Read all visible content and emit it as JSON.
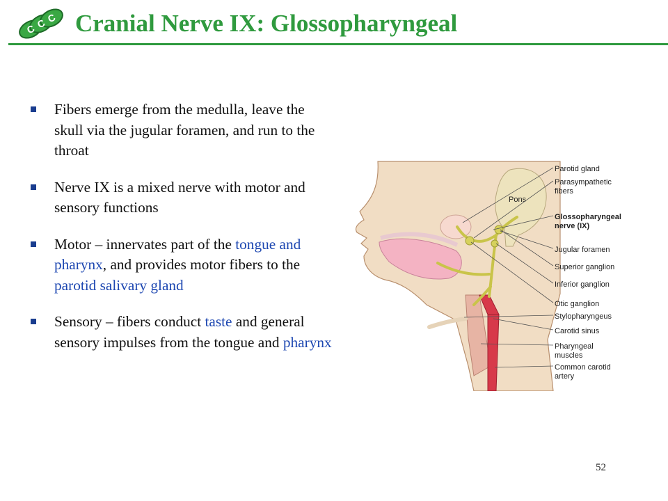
{
  "slide": {
    "title": "Cranial Nerve IX: Glossopharyngeal",
    "logo_icon": "ccc-logo-icon",
    "page_number": "52",
    "accent_color": "#2f9a3e",
    "highlight_color": "#1d47b1"
  },
  "bullets": [
    {
      "segments": [
        {
          "text": "Fibers emerge from the medulla, leave the skull via the jugular foramen, and run to the throat",
          "highlight": false
        }
      ]
    },
    {
      "segments": [
        {
          "text": "Nerve IX is a mixed nerve with motor and sensory functions",
          "highlight": false
        }
      ]
    },
    {
      "segments": [
        {
          "text": "Motor – innervates part of the ",
          "highlight": false
        },
        {
          "text": "tongue and pharynx",
          "highlight": true
        },
        {
          "text": ", and provides motor fibers to the ",
          "highlight": false
        },
        {
          "text": "parotid salivary gland",
          "highlight": true
        }
      ]
    },
    {
      "segments": [
        {
          "text": "Sensory – fibers conduct ",
          "highlight": false
        },
        {
          "text": "taste",
          "highlight": true
        },
        {
          "text": " and general sensory impulses from the tongue and ",
          "highlight": false
        },
        {
          "text": "pharynx",
          "highlight": true
        }
      ]
    }
  ],
  "figure": {
    "pons_label": "Pons",
    "labels": [
      {
        "lines": [
          "Parotid gland"
        ],
        "bold": false
      },
      {
        "lines": [
          "Parasympathetic",
          "fibers"
        ],
        "bold": false
      },
      {
        "lines": [
          "Glossopharyngeal",
          "nerve (IX)"
        ],
        "bold": true
      },
      {
        "lines": [
          "Jugular foramen"
        ],
        "bold": false
      },
      {
        "lines": [
          "Superior ganglion"
        ],
        "bold": false
      },
      {
        "lines": [
          "Inferior ganglion"
        ],
        "bold": false
      },
      {
        "lines": [
          "Otic ganglion"
        ],
        "bold": false
      },
      {
        "lines": [
          "Stylopharyngeus"
        ],
        "bold": false
      },
      {
        "lines": [
          "Carotid sinus"
        ],
        "bold": false
      },
      {
        "lines": [
          "Pharyngeal",
          "muscles"
        ],
        "bold": false
      },
      {
        "lines": [
          "Common carotid",
          "artery"
        ],
        "bold": false
      }
    ]
  }
}
